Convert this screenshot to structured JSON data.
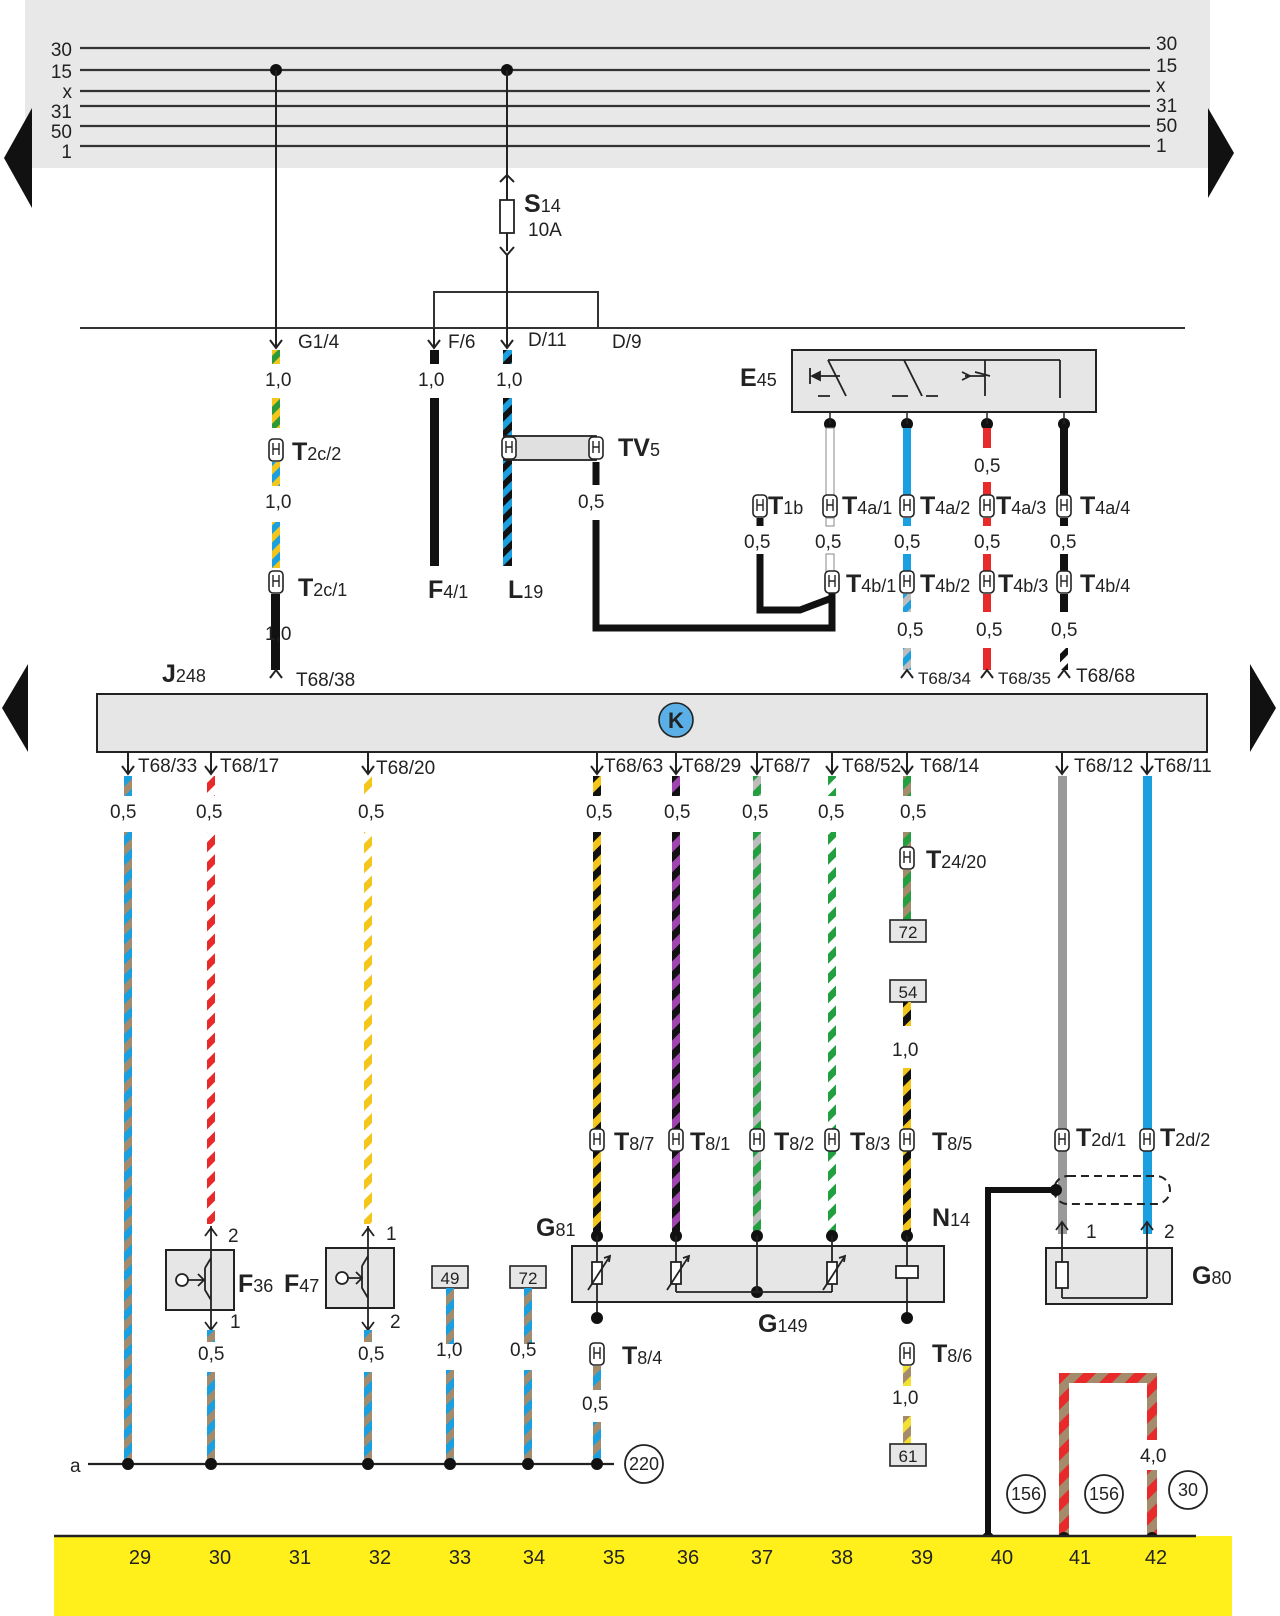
{
  "rails": {
    "left_labels": [
      "30",
      "15",
      "x",
      "31",
      "50",
      "1"
    ],
    "right_labels": [
      "30",
      "15",
      "x",
      "31",
      "50",
      "1"
    ]
  },
  "fuse": {
    "name": "S",
    "sub": "14",
    "rating": "10A"
  },
  "fusebox_pins": {
    "g1_4": "G1/4",
    "f_6": "F/6",
    "d_11": "D/11",
    "d_9": "D/9"
  },
  "cross_sections": {
    "w1": "1,0",
    "w2": "1,0",
    "w3": "1,0",
    "w4": "1,0",
    "w5": "1,0",
    "w6": "0,5",
    "e1": "0,5",
    "e2": "0,5",
    "e3": "0,5",
    "e4": "0,5",
    "e5": "0,5",
    "e6": "0,5",
    "e7": "0,5",
    "e8": "0,5",
    "e9": "0,5",
    "b1": "0,5",
    "b2": "0,5",
    "b3": "0,5",
    "b4": "0,5",
    "b5": "0,5",
    "b6": "0,5",
    "b7": "0,5",
    "b8": "0,5",
    "n1": "1,0",
    "s1": "0,5",
    "s2": "0,5",
    "s3": "1,0",
    "s4": "0,5",
    "s5": "0,5",
    "s6": "1,0",
    "s7": "4,0"
  },
  "components": {
    "t2c2": {
      "name": "T",
      "sub": "2c/2"
    },
    "t2c1": {
      "name": "T",
      "sub": "2c/1"
    },
    "tv5": {
      "name": "TV",
      "sub": "5"
    },
    "f41": {
      "name": "F",
      "sub": "4/1"
    },
    "l19": {
      "name": "L",
      "sub": "19"
    },
    "e45": {
      "name": "E",
      "sub": "45"
    },
    "t1b": {
      "name": "T",
      "sub": "1b"
    },
    "t4a1": {
      "name": "T",
      "sub": "4a/1"
    },
    "t4a2": {
      "name": "T",
      "sub": "4a/2"
    },
    "t4a3": {
      "name": "T",
      "sub": "4a/3"
    },
    "t4a4": {
      "name": "T",
      "sub": "4a/4"
    },
    "t4b1": {
      "name": "T",
      "sub": "4b/1"
    },
    "t4b2": {
      "name": "T",
      "sub": "4b/2"
    },
    "t4b3": {
      "name": "T",
      "sub": "4b/3"
    },
    "t4b4": {
      "name": "T",
      "sub": "4b/4"
    },
    "j248": {
      "name": "J",
      "sub": "248"
    },
    "t2420": {
      "name": "T",
      "sub": "24/20"
    },
    "t87": {
      "name": "T",
      "sub": "8/7"
    },
    "t81": {
      "name": "T",
      "sub": "8/1"
    },
    "t82": {
      "name": "T",
      "sub": "8/2"
    },
    "t83": {
      "name": "T",
      "sub": "8/3"
    },
    "t85": {
      "name": "T",
      "sub": "8/5"
    },
    "t84": {
      "name": "T",
      "sub": "8/4"
    },
    "t86": {
      "name": "T",
      "sub": "8/6"
    },
    "t2d1": {
      "name": "T",
      "sub": "2d/1"
    },
    "t2d2": {
      "name": "T",
      "sub": "2d/2"
    },
    "g81": {
      "name": "G",
      "sub": "81"
    },
    "g149": {
      "name": "G",
      "sub": "149"
    },
    "n14": {
      "name": "N",
      "sub": "14"
    },
    "g80": {
      "name": "G",
      "sub": "80"
    },
    "f36": {
      "name": "F",
      "sub": "36"
    },
    "f47": {
      "name": "F",
      "sub": "47"
    }
  },
  "ecu_pins": {
    "p38": "T68/38",
    "p34": "T68/34",
    "p35": "T68/35",
    "p68": "T68/68",
    "p33": "T68/33",
    "p17": "T68/17",
    "p20": "T68/20",
    "p63": "T68/63",
    "p29": "T68/29",
    "p7": "T68/7",
    "p52": "T68/52",
    "p14": "T68/14",
    "p12": "T68/12",
    "p11": "T68/11"
  },
  "pin_numbers": {
    "f36_top": "2",
    "f36_bot": "1",
    "f47_top": "1",
    "f47_bot": "2",
    "g80_1": "1",
    "g80_2": "2"
  },
  "ref_boxes": {
    "r72a": "72",
    "r54": "54",
    "r49": "49",
    "r72b": "72",
    "r61": "61"
  },
  "circles": {
    "c220": "220",
    "c156a": "156",
    "c156b": "156",
    "c30": "30"
  },
  "ground_label": "a",
  "ecu_symbol": "K",
  "footer": [
    "29",
    "30",
    "31",
    "32",
    "33",
    "34",
    "35",
    "36",
    "37",
    "38",
    "39",
    "40",
    "41",
    "42"
  ],
  "colors": {
    "rail_band": "#e8e8e8",
    "footer": "#ffef1a",
    "box_fill": "#e6e6e6",
    "ecu_symbol": "#5ab0e6"
  }
}
